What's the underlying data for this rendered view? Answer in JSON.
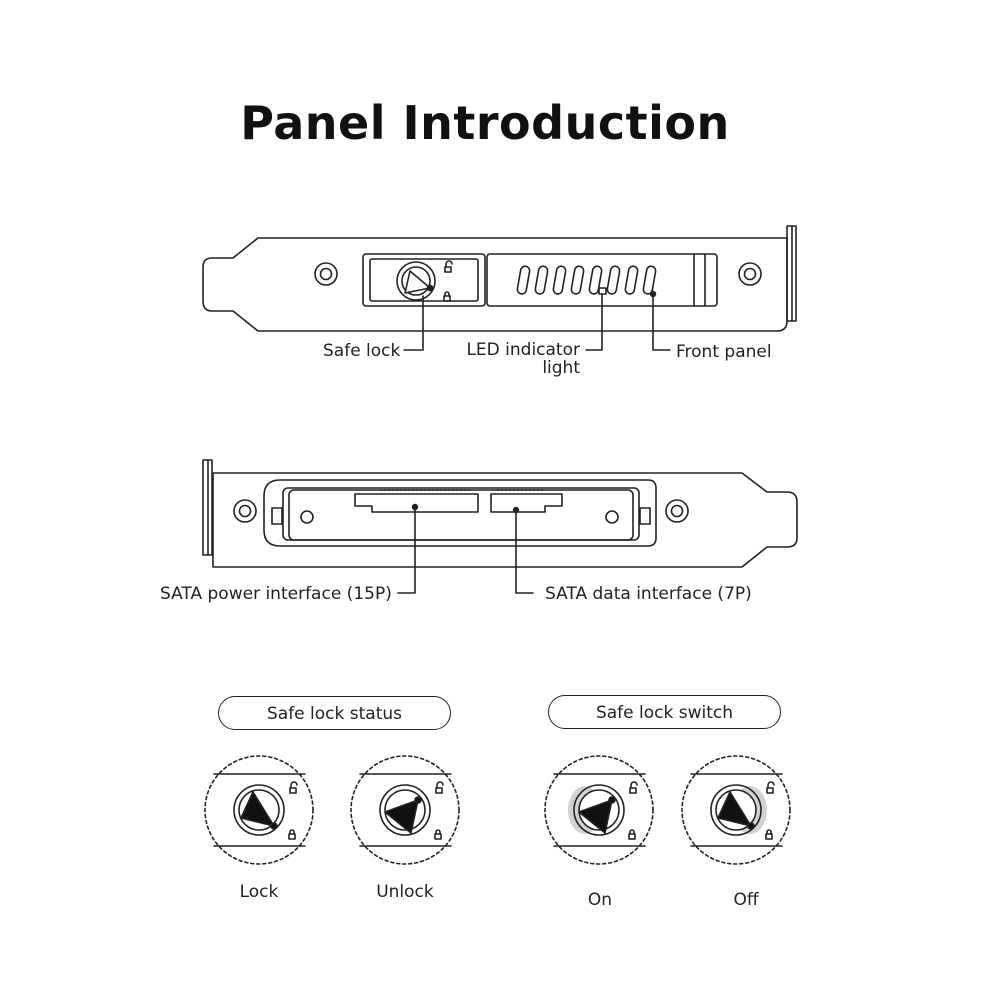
{
  "title": "Panel Introduction",
  "top_bracket": {
    "callouts": {
      "safe_lock": "Safe lock",
      "led_line1": "LED indicator",
      "led_line2": "light",
      "front_panel": "Front panel"
    }
  },
  "bottom_bracket": {
    "callouts": {
      "sata_power": "SATA power interface (15P)",
      "sata_data": "SATA data interface (7P)"
    }
  },
  "status_group": {
    "heading": "Safe lock status",
    "items": [
      "Lock",
      "Unlock"
    ]
  },
  "switch_group": {
    "heading": "Safe lock switch",
    "items": [
      "On",
      "Off"
    ]
  },
  "colors": {
    "line": "#222222",
    "fill": "#ffffff",
    "shade": "#d2d2d2",
    "ink": "#111111"
  }
}
